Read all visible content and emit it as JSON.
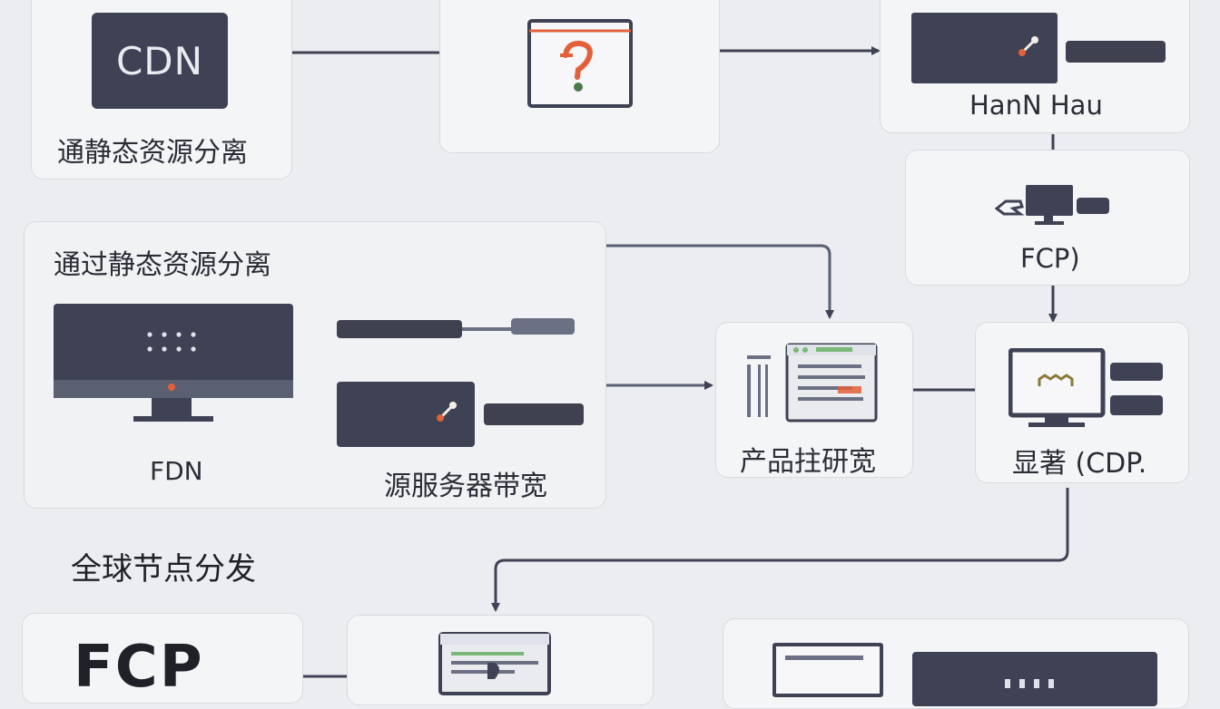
{
  "cdn_card": {
    "logo": "CDN",
    "caption": "通静态资源分离"
  },
  "center_top_card": {
    "icon": "question-window-icon"
  },
  "hann_card": {
    "caption": "HanN Hau"
  },
  "fcp_card": {
    "caption": "FCP)"
  },
  "separation_panel": {
    "title": "通过静态资源分离",
    "monitor_caption": "FDN",
    "bandwidth_caption": "源服务器带宽"
  },
  "product_card": {
    "caption": "产品拄研宽"
  },
  "display_card": {
    "caption": "显著 (CDP."
  },
  "global_heading": "全球节点分发",
  "bottom_left_card": {
    "text": "FCP"
  },
  "colors": {
    "dark": "#3f4254",
    "card": "#f4f5f7",
    "accent": "#e2603a",
    "green": "#7ab87a"
  }
}
